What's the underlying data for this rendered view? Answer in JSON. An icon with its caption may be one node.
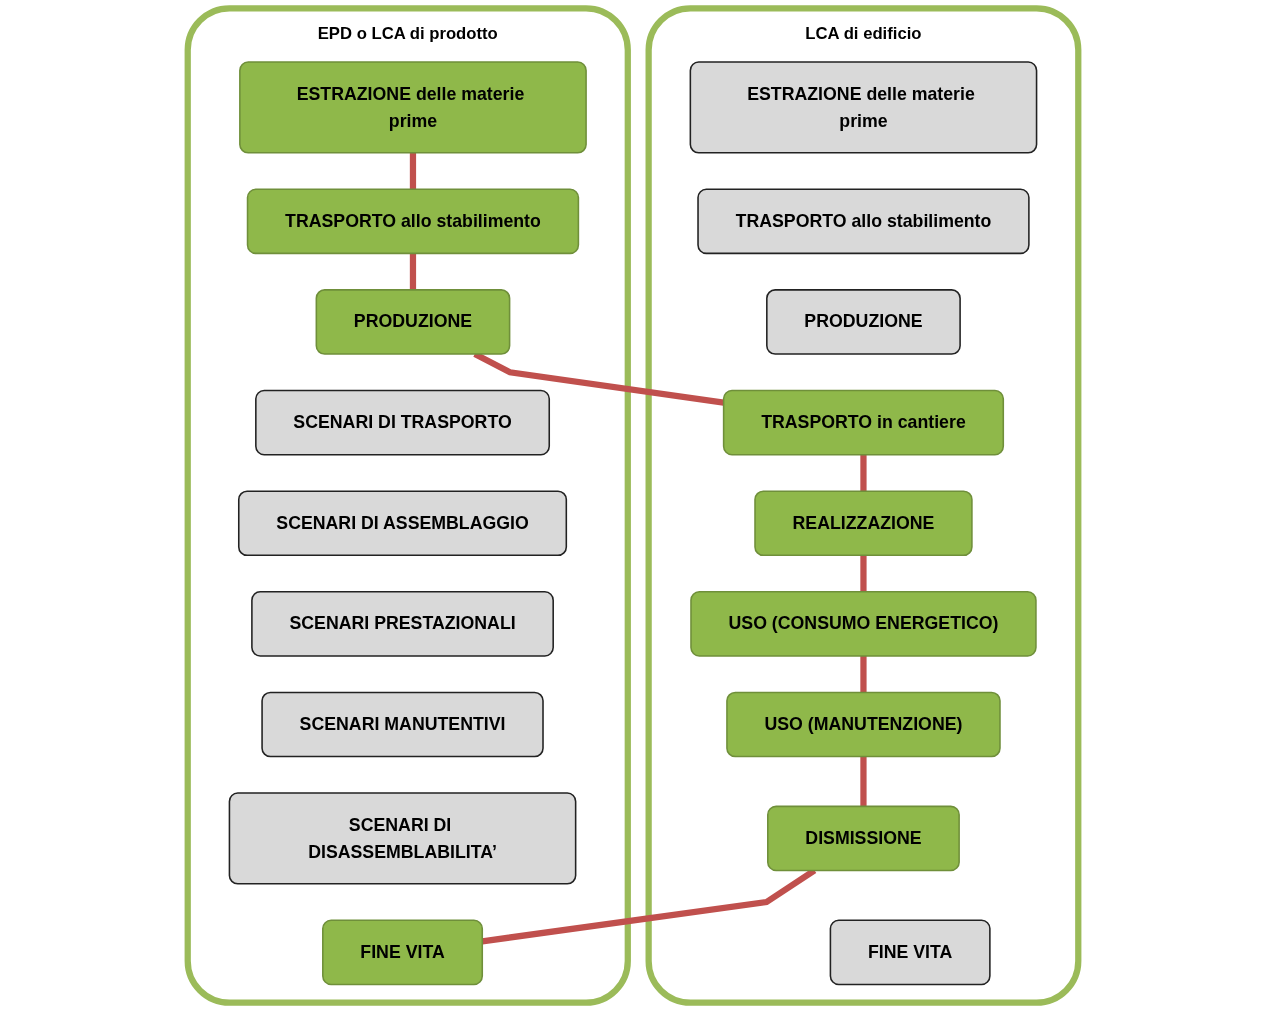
{
  "diagram": {
    "nodes": [
      {
        "text": [
          "EPD o LCA di prodotto"
        ]
      },
      {
        "text": [
          "ESTRAZIONE delle materie prime"
        ],
        "in": 0
      },
      {
        "text": [
          "TRASPORTO allo stabilimento"
        ],
        "in": 0
      },
      {
        "text": [
          "PRODUZIONE"
        ],
        "in": 0
      },
      {
        "text": [
          "SCENARI DI TRASPORTO"
        ],
        "in": 0
      },
      {
        "text": [
          "SCENARI DI ASSEMBLAGGIO"
        ],
        "in": 0
      },
      {
        "text": [
          "SCENARI PRESTAZIONALI"
        ],
        "in": 0
      },
      {
        "text": [
          "SCENARI MANUTENTIVI"
        ],
        "in": 0
      },
      {
        "text": [
          "SCENARI DI DISASSEMBLABILITA’"
        ],
        "in": 0
      },
      {
        "text": [
          "FINE VITA"
        ],
        "in": 0
      },
      {
        "text": [
          "LCA di edificio"
        ]
      },
      {
        "text": [
          "ESTRAZIONE delle materie prime"
        ],
        "in": 10
      },
      {
        "text": [
          "TRASPORTO allo stabilimento"
        ],
        "in": 10
      },
      {
        "text": [
          "PRODUZIONE"
        ],
        "in": 10
      },
      {
        "text": [
          "TRASPORTO in cantiere"
        ],
        "in": 10
      },
      {
        "text": [
          "REALIZZAZIONE"
        ],
        "in": 10
      },
      {
        "text": [
          "USO (CONSUMO ENERGETICO)"
        ],
        "in": 10
      },
      {
        "text": [
          "USO (MANUTENZIONE)"
        ],
        "in": 10
      },
      {
        "text": [
          "DISMISSIONE"
        ],
        "in": 10
      },
      {
        "text": [
          "FINE VITA"
        ],
        "in": 10
      }
    ],
    "edges": [
      {
        "from": 1,
        "to": 2,
        "arrow": "none"
      },
      {
        "from": 2,
        "to": 3,
        "arrow": "none"
      },
      {
        "from": 3,
        "to": 14,
        "arrow": "none"
      },
      {
        "from": 14,
        "to": 15,
        "arrow": "none"
      },
      {
        "from": 15,
        "to": 16,
        "arrow": "none"
      },
      {
        "from": 16,
        "to": 17,
        "arrow": "none"
      },
      {
        "from": 17,
        "to": 18,
        "arrow": "none"
      },
      {
        "from": 18,
        "to": 9,
        "arrow": "none"
      }
    ]
  }
}
